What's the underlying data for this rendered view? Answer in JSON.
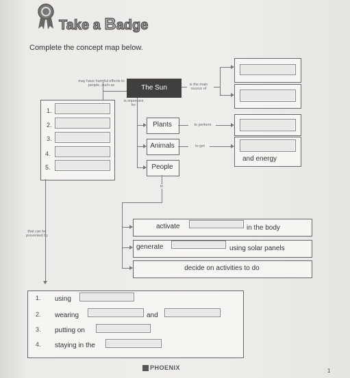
{
  "header": {
    "title_part1": "Take a ",
    "title_part2": "B",
    "title_part3": "adge",
    "instruction": "Complete the concept map below."
  },
  "sun": {
    "label": "The Sun",
    "left_note": "may have harmful effects to people, such as",
    "right_note": "is the main source of",
    "below_note": "is important for"
  },
  "harm_list": {
    "numbers": [
      "1.",
      "2.",
      "3.",
      "4.",
      "5."
    ]
  },
  "things": {
    "plants": "Plants",
    "plants_link": "to perform",
    "animals": "Animals",
    "animals_link": "to get",
    "animals_suffix": "and energy",
    "people": "People",
    "people_link": "to"
  },
  "people_actions": [
    {
      "prefix": "activate",
      "suffix": "in the body"
    },
    {
      "prefix": "generate",
      "suffix": "using solar panels"
    },
    {
      "text": "decide on activities to do"
    }
  ],
  "prevent": {
    "note": "that can be prevented by",
    "items": [
      {
        "num": "1.",
        "text": "using"
      },
      {
        "num": "2.",
        "text": "wearing",
        "mid": "and"
      },
      {
        "num": "3.",
        "text": "putting on"
      },
      {
        "num": "4.",
        "text": "staying in the"
      }
    ]
  },
  "footer": {
    "brand": "PHOENIX",
    "page_number": "1"
  },
  "colors": {
    "sun_box": "#3f3f3f",
    "lines": "#777777"
  }
}
